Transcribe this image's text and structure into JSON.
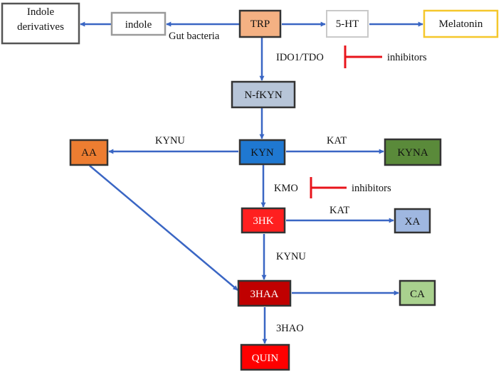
{
  "nodes": {
    "indole_derivatives": {
      "lines": [
        "Indole",
        "derivatives"
      ],
      "fill": "#ffffff",
      "stroke": "#555555",
      "text_color": "#111111"
    },
    "indole": {
      "lines": [
        "indole"
      ],
      "fill": "#ffffff",
      "stroke": "#9a9a9a",
      "text_color": "#111111"
    },
    "trp": {
      "lines": [
        "TRP"
      ],
      "fill": "#f4b183",
      "stroke": "#333333",
      "text_color": "#111111"
    },
    "ht5": {
      "lines": [
        "5-HT"
      ],
      "fill": "#ffffff",
      "stroke": "#c9c9c9",
      "text_color": "#111111"
    },
    "melatonin": {
      "lines": [
        "Melatonin"
      ],
      "fill": "#ffffff",
      "stroke": "#f5c72b",
      "text_color": "#111111"
    },
    "nfkyn": {
      "lines": [
        "N-fKYN"
      ],
      "fill": "#b7c5d8",
      "stroke": "#333333",
      "text_color": "#111111"
    },
    "aa": {
      "lines": [
        "AA"
      ],
      "fill": "#ed7d31",
      "stroke": "#333333",
      "text_color": "#111111"
    },
    "kyn": {
      "lines": [
        "KYN"
      ],
      "fill": "#1f78d1",
      "stroke": "#333333",
      "text_color": "#111111"
    },
    "kyna": {
      "lines": [
        "KYNA"
      ],
      "fill": "#5a8a3a",
      "stroke": "#333333",
      "text_color": "#111111"
    },
    "hk3": {
      "lines": [
        "3HK"
      ],
      "fill": "#ff1f1f",
      "stroke": "#333333",
      "text_color": "#ffffff"
    },
    "xa": {
      "lines": [
        "XA"
      ],
      "fill": "#9fb7e0",
      "stroke": "#333333",
      "text_color": "#111111"
    },
    "haa3": {
      "lines": [
        "3HAA"
      ],
      "fill": "#c00000",
      "stroke": "#333333",
      "text_color": "#ffffff"
    },
    "ca": {
      "lines": [
        "CA"
      ],
      "fill": "#a9d18e",
      "stroke": "#333333",
      "text_color": "#111111"
    },
    "quin": {
      "lines": [
        "QUIN"
      ],
      "fill": "#ff0000",
      "stroke": "#333333",
      "text_color": "#ffffff"
    }
  },
  "edge_labels": {
    "gut_bacteria": "Gut bacteria",
    "ido_tdo": "IDO1/TDO",
    "kynu_1": "KYNU",
    "kat_1": "KAT",
    "kmo": "KMO",
    "kat_2": "KAT",
    "kynu_2": "KYNU",
    "hao3": "3HAO"
  },
  "inhibitors": {
    "label_1": "inhibitors",
    "label_2": "inhibitors"
  },
  "colors": {
    "arrow": "#3a66c4",
    "inhibitor": "#e8141b"
  }
}
